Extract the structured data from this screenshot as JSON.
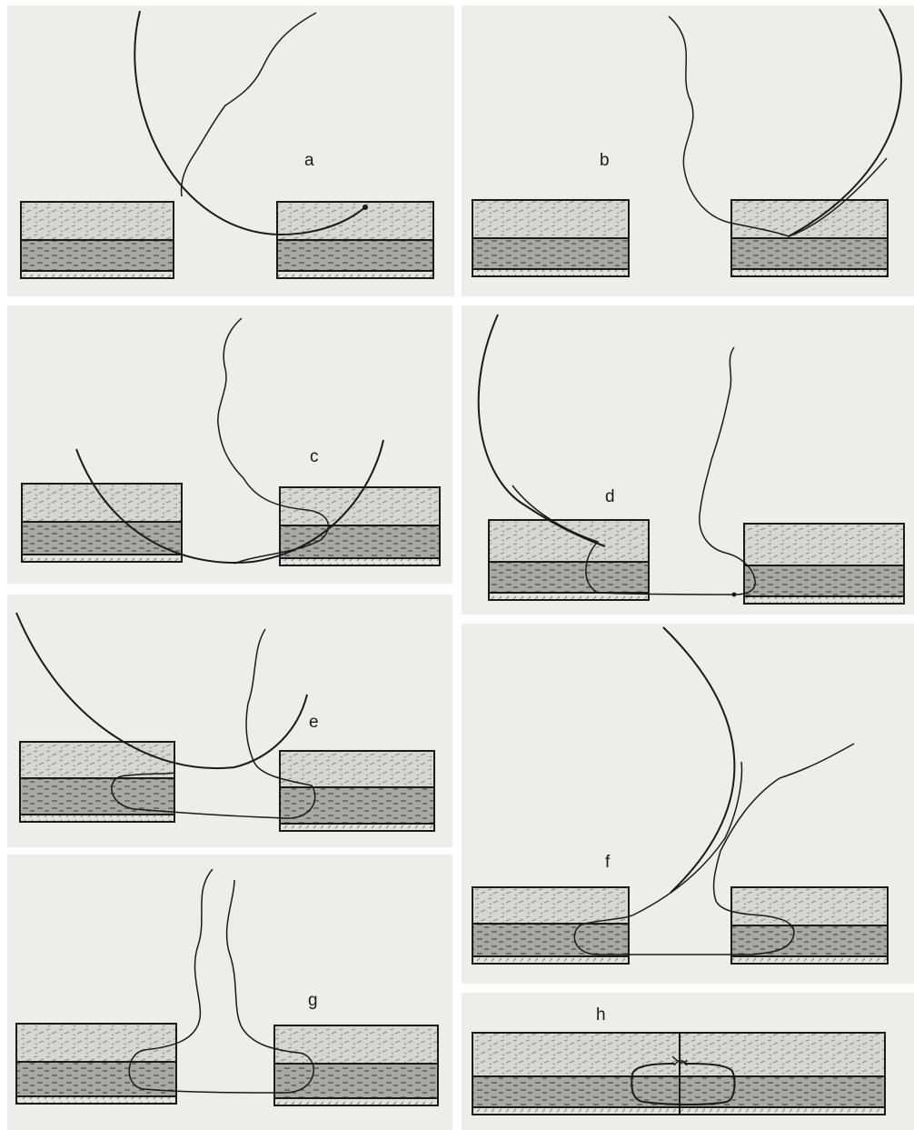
{
  "figure": {
    "panels": [
      {
        "id": "a",
        "label": "a"
      },
      {
        "id": "b",
        "label": "b"
      },
      {
        "id": "c",
        "label": "c"
      },
      {
        "id": "d",
        "label": "d"
      },
      {
        "id": "e",
        "label": "e"
      },
      {
        "id": "f",
        "label": "f"
      },
      {
        "id": "g",
        "label": "g"
      },
      {
        "id": "h",
        "label": "h"
      }
    ]
  },
  "style": {
    "panel_background": "#ededec",
    "ink": "#1a1a1a",
    "upper_layer_fill": "#d6d6d4",
    "lower_layer_fill": "#9a9a98"
  }
}
